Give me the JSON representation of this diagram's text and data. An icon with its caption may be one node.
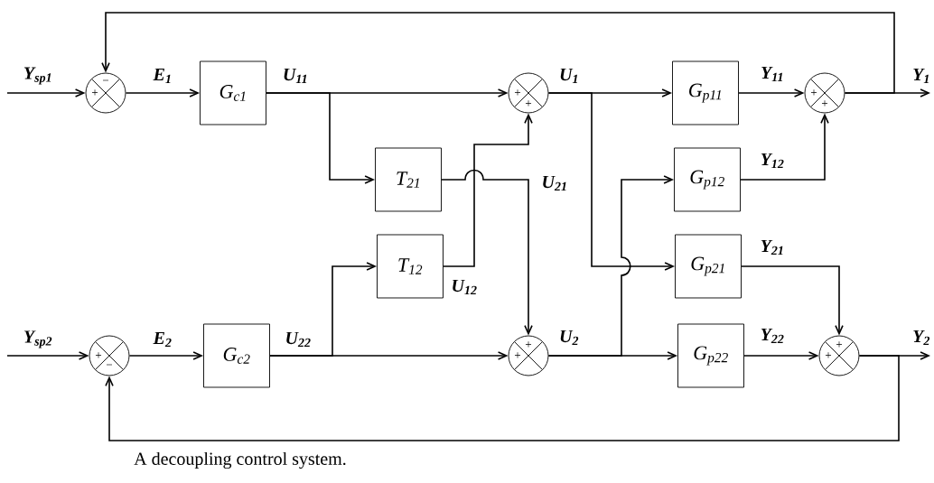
{
  "diagram": {
    "caption": "A decoupling control system.",
    "nodes": [
      {
        "text": [
          "−",
          "+"
        ]
      },
      {
        "text": [
          "G$_{c1}$"
        ]
      },
      {
        "text": [
          "+",
          "+"
        ]
      },
      {
        "text": [
          "G$_{p11}$"
        ]
      },
      {
        "text": [
          "+",
          "+"
        ]
      },
      {
        "text": [
          "T$_{21}$"
        ]
      },
      {
        "text": [
          "G$_{p12}$"
        ]
      },
      {
        "text": [
          "T$_{12}$"
        ]
      },
      {
        "text": [
          "G$_{p21}$"
        ]
      },
      {
        "text": [
          "+",
          "−"
        ]
      },
      {
        "text": [
          "G$_{c2}$"
        ]
      },
      {
        "text": [
          "+",
          "+"
        ]
      },
      {
        "text": [
          "G$_{p22}$"
        ]
      },
      {
        "text": [
          "+",
          "+"
        ]
      }
    ],
    "edges": [
      {
        "from": null,
        "to": 0,
        "arrow": "to",
        "label": "Y$_{sp1}$"
      },
      {
        "from": 0,
        "to": 1,
        "arrow": "to",
        "label": "E$_{1}$"
      },
      {
        "from": 1,
        "to": 2,
        "arrow": "to",
        "label": "U$_{11}$"
      },
      {
        "from": 1,
        "to": 5,
        "arrow": "to"
      },
      {
        "from": 5,
        "to": 11,
        "arrow": "to",
        "label": "U$_{21}$"
      },
      {
        "from": 7,
        "to": 2,
        "arrow": "to",
        "label": "U$_{12}$"
      },
      {
        "from": 2,
        "to": 3,
        "arrow": "to",
        "label": "U$_{1}$"
      },
      {
        "from": 2,
        "to": 8,
        "arrow": "to"
      },
      {
        "from": 3,
        "to": 4,
        "arrow": "to",
        "label": "Y$_{11}$"
      },
      {
        "from": 6,
        "to": 4,
        "arrow": "to",
        "label": "Y$_{12}$"
      },
      {
        "from": 4,
        "to": null,
        "arrow": "to",
        "label": "Y$_{1}$"
      },
      {
        "from": 4,
        "to": 0,
        "arrow": "to"
      },
      {
        "from": null,
        "to": 9,
        "arrow": "to",
        "label": "Y$_{sp2}$"
      },
      {
        "from": 9,
        "to": 10,
        "arrow": "to",
        "label": "E$_{2}$"
      },
      {
        "from": 10,
        "to": 11,
        "arrow": "to",
        "label": "U$_{22}$"
      },
      {
        "from": 10,
        "to": 7,
        "arrow": "to"
      },
      {
        "from": 11,
        "to": 12,
        "arrow": "to",
        "label": "U$_{2}$"
      },
      {
        "from": 11,
        "to": 6,
        "arrow": "to"
      },
      {
        "from": 12,
        "to": 13,
        "arrow": "to",
        "label": "Y$_{22}$"
      },
      {
        "from": 8,
        "to": 13,
        "arrow": "to",
        "label": "Y$_{21}$"
      },
      {
        "from": 13,
        "to": null,
        "arrow": "to",
        "label": "Y$_{2}$"
      },
      {
        "from": 13,
        "to": 9,
        "arrow": "to"
      }
    ]
  }
}
